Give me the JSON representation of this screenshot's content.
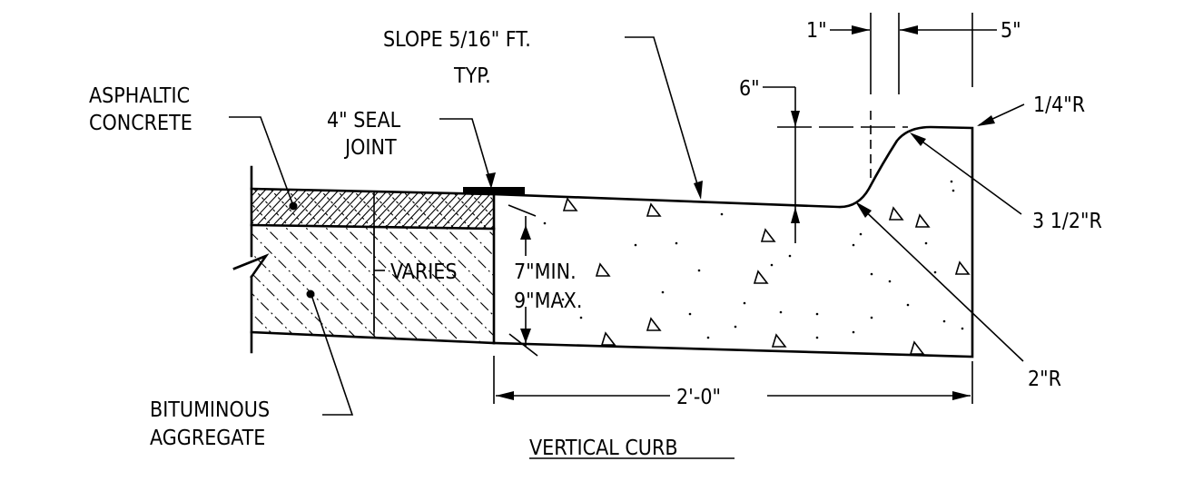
{
  "labels": {
    "asphaltic_line1": "ASPHALTIC",
    "asphaltic_line2": "CONCRETE",
    "seal_line1": "4\" SEAL",
    "seal_line2": "JOINT",
    "slope": "SLOPE 5/16\" FT.",
    "typ": "TYP.",
    "dim_1in": "1\"",
    "dim_5in": "5\"",
    "dim_6in": "6\"",
    "r_quarter": "1/4\"R",
    "r_three_half": "3 1/2\"R",
    "r_two": "2\"R",
    "varies": "VARIES",
    "min": "7\"MIN.",
    "max": "9\"MAX.",
    "width": "2'-0\"",
    "bit_line1": "BITUMINOUS",
    "bit_line2": "AGGREGATE",
    "title": "VERTICAL CURB"
  }
}
